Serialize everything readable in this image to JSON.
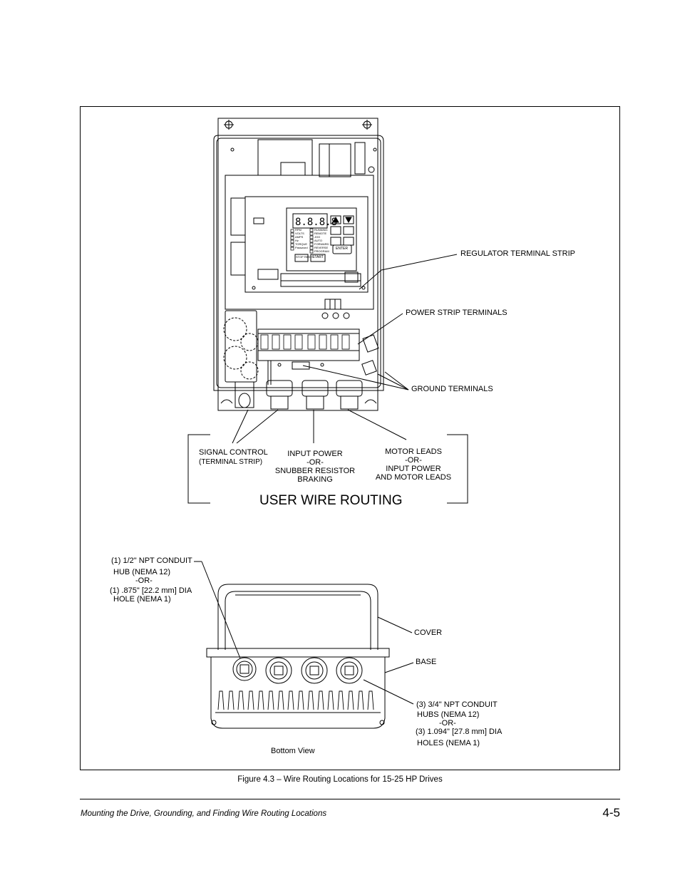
{
  "figure": {
    "labels": {
      "regulator_terminal_strip": "REGULATOR TERMINAL STRIP",
      "power_strip_terminals": "POWER STRIP TERMINALS",
      "ground_terminals": "GROUND TERMINALS",
      "signal_control_line1": "SIGNAL CONTROL",
      "signal_control_line2": "(TERMINAL STRIP)",
      "input_power_lines": [
        "INPUT POWER",
        "-OR-",
        "SNUBBER RESISTOR",
        "BRAKING"
      ],
      "motor_leads_lines": [
        "MOTOR LEADS",
        "-OR-",
        "INPUT POWER",
        "AND MOTOR LEADS"
      ],
      "user_wire_routing": "USER WIRE ROUTING",
      "conduit_half_lines": [
        "(1) 1/2\" NPT CONDUIT",
        "HUB (NEMA 12)",
        "-OR-",
        "(1) .875\" [22.2 mm] DIA",
        "HOLE (NEMA 1)"
      ],
      "cover": "COVER",
      "base": "BASE",
      "conduit_three_quarter_lines": [
        "(3) 3/4\" NPT CONDUIT",
        "HUBS (NEMA 12)",
        "-OR-",
        "(3) 1.094\" [27.8 mm] DIA",
        "HOLES (NEMA 1)"
      ],
      "bottom_view": "Bottom View"
    },
    "keypad": {
      "display": "8.8.8.8",
      "left_leds": [
        "RPM",
        "VOLTS",
        "AMPS",
        "Hz",
        "TORQUE",
        "Password"
      ],
      "right_leds": [
        "RUNNING",
        "REMOTE",
        "JOG",
        "AUTO",
        "FORWARD",
        "REVERSE",
        "PROGRAM"
      ],
      "buttons": {
        "stop": "STOP RESET",
        "start": "START",
        "enter": "ENTER"
      }
    },
    "caption": "Figure 4.3 – Wire Routing Locations for 15-25 HP Drives"
  },
  "footer": {
    "section_title": "Mounting the Drive, Grounding, and Finding Wire Routing Locations",
    "page_number": "4-5"
  }
}
